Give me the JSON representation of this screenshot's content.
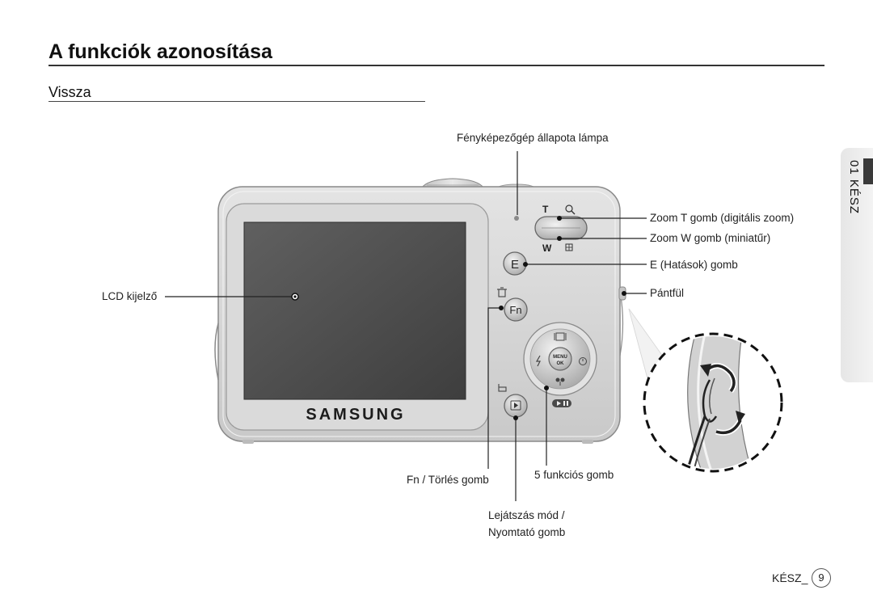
{
  "page": {
    "title": "A funkciók azonosítása",
    "subtitle": "Vissza"
  },
  "camera": {
    "brand_text": "SAMSUNG",
    "buttons": {
      "zoom_t": "T",
      "zoom_w": "W",
      "effects": "E",
      "fn": "Fn",
      "menu_top": "MENU",
      "menu_bottom": "OK"
    }
  },
  "callouts": {
    "status_lamp": "Fényképezőgép állapota lámpa",
    "zoom_t": "Zoom T gomb (digitális zoom)",
    "zoom_w": "Zoom W gomb (miniatűr)",
    "effects": "E (Hatások) gomb",
    "strap": "Pántfül",
    "lcd": "LCD kijelző",
    "fn_delete": "Fn / Törlés gomb",
    "five_function": "5 funkciós gomb",
    "playback_line1": "Lejátszás mód /",
    "playback_line2": "Nyomtató gomb"
  },
  "side_tab": {
    "label": "01 KÉSZ"
  },
  "footer": {
    "section": "KÉSZ_",
    "page_number": "9"
  },
  "colors": {
    "camera_body": "#d6d6d6",
    "screen": "#4a4a4a",
    "accent_dark": "#333333"
  }
}
